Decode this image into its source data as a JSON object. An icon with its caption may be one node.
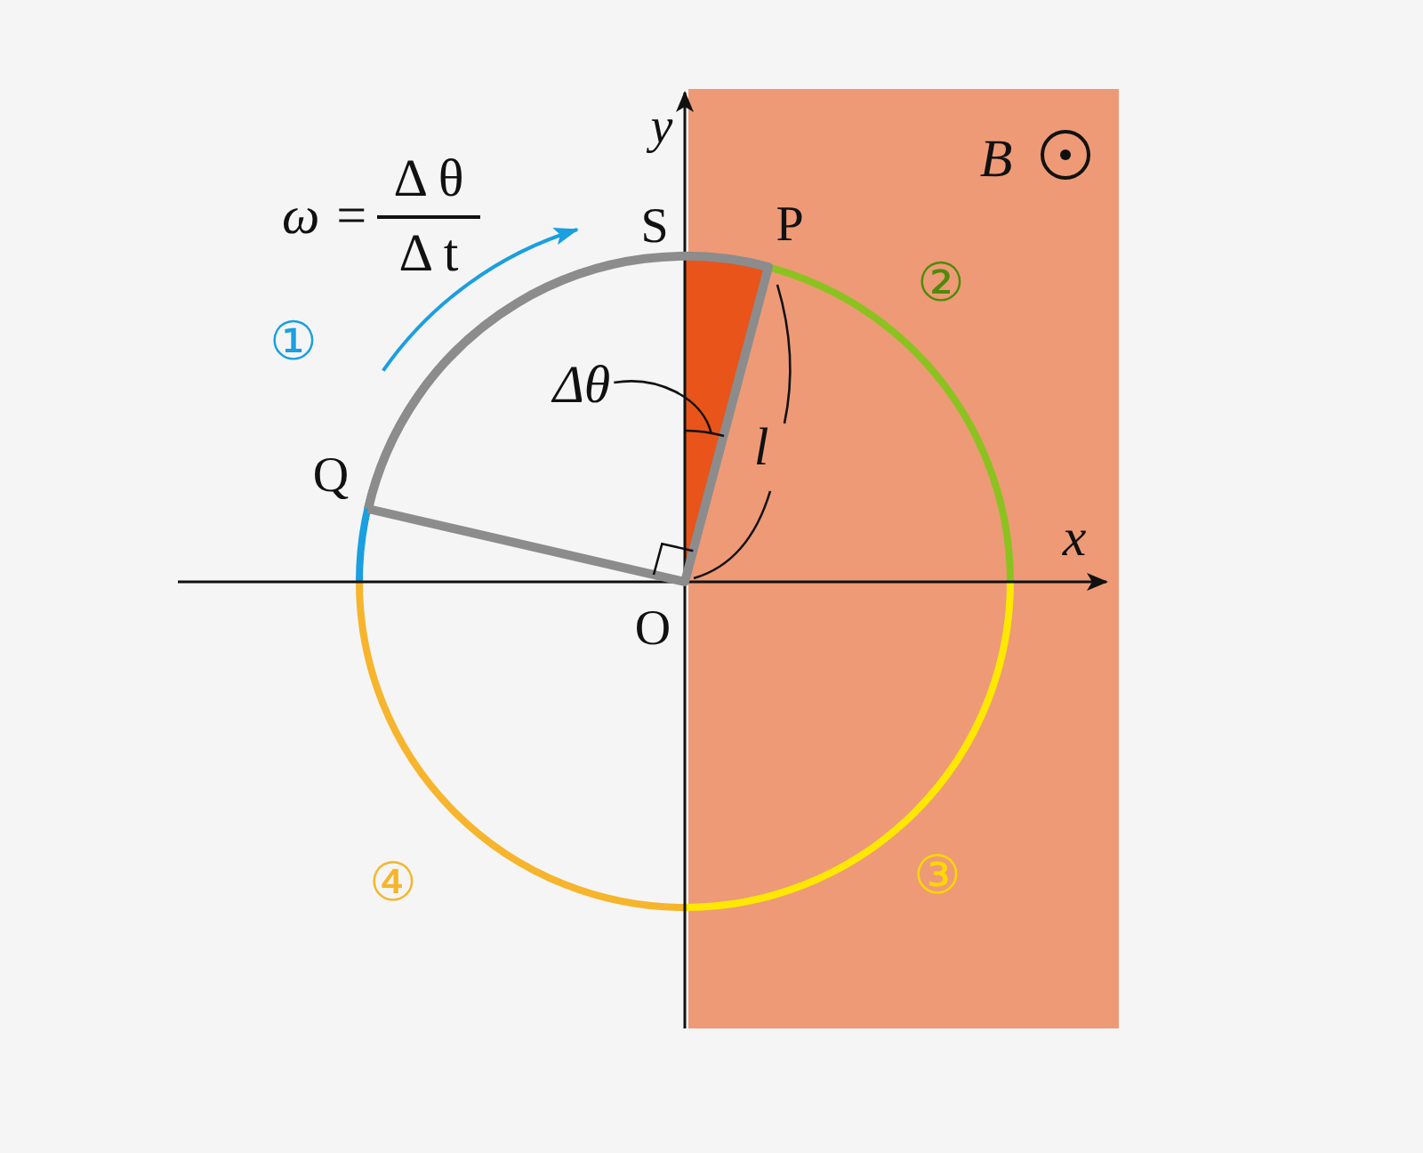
{
  "diagram": {
    "nodes": [
      {
        "text": [
          "Δθ"
        ]
      },
      {
        "text": [],
        "shape": "arc"
      }
    ],
    "edges": [
      {
        "from": 0,
        "to": 1,
        "arrow": "none"
      }
    ],
    "labels": [
      "ω =",
      "Δ θ",
      "Δ t",
      "y",
      "B",
      "S",
      "P",
      "①",
      "②",
      "l",
      "Q",
      "x",
      "O",
      "④",
      "③"
    ]
  }
}
